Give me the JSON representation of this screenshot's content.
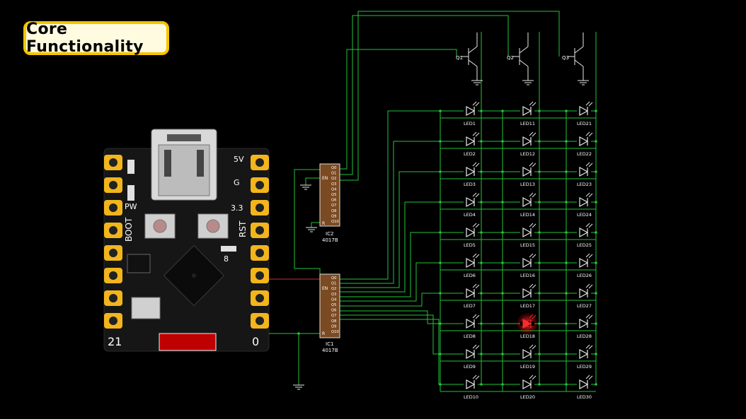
{
  "title": "Core Functionality",
  "board": {
    "label_5v": "5V",
    "label_g": "G",
    "label_33": "3.3",
    "label_pw": "PW",
    "label_boot": "BOOT",
    "label_rst": "RST",
    "label_8": "8",
    "label_21": "21",
    "label_0": "0"
  },
  "ic2": {
    "name": "IC2",
    "part": "4017B",
    "pins_left": [
      "EN",
      "R"
    ],
    "pins_right": [
      "Q0",
      "Q1",
      "Q2",
      "Q3",
      "Q4",
      "Q5",
      "Q6",
      "Q7",
      "Q8",
      "Q9",
      "Q10"
    ]
  },
  "ic1": {
    "name": "IC1",
    "part": "4017B",
    "pins_left": [
      "EN",
      "R"
    ],
    "pins_right": [
      "Q0",
      "Q1",
      "Q2",
      "Q3",
      "Q4",
      "Q5",
      "Q6",
      "Q7",
      "Q8",
      "Q9",
      "Q10"
    ]
  },
  "transistors": [
    "Q1",
    "Q2",
    "Q3"
  ],
  "leds": [
    [
      "LED1",
      "LED2",
      "LED3",
      "LED4",
      "LED5",
      "LED6",
      "LED7",
      "LED8",
      "LED9",
      "LED10"
    ],
    [
      "LED11",
      "LED12",
      "LED13",
      "LED14",
      "LED15",
      "LED16",
      "LED17",
      "LED18",
      "LED19",
      "LED20"
    ],
    [
      "LED21",
      "LED22",
      "LED23",
      "LED24",
      "LED25",
      "LED26",
      "LED27",
      "LED28",
      "LED29",
      "LED30"
    ]
  ],
  "lit_led": "LED18",
  "colors": {
    "wire": "#22c43a",
    "wire_active": "#c0392b",
    "component": "#e8e8e8",
    "ic_body": "#7a4a22",
    "led_on": "#ff2a2a",
    "board": "#151515",
    "pad": "#f2b51c"
  }
}
